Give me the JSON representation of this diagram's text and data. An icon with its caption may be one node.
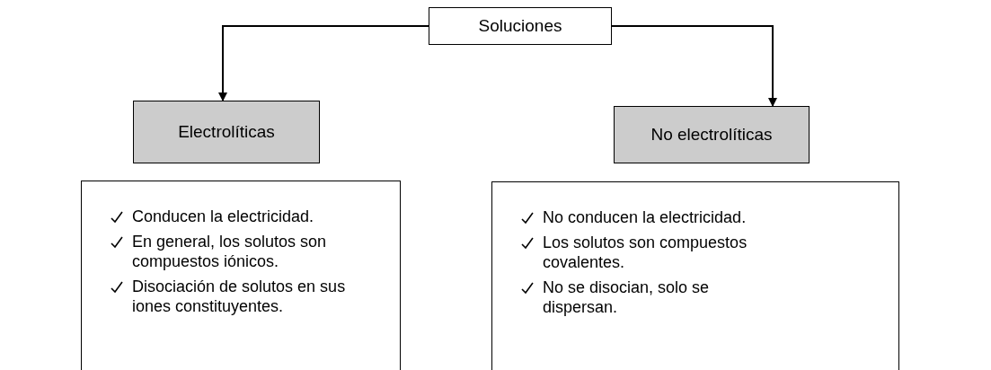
{
  "diagram": {
    "nodes": [
      {
        "text": [
          "Soluciones"
        ]
      },
      {
        "text": [
          "Electrolíticas"
        ]
      },
      {
        "text": [
          "No electrolíticas"
        ]
      },
      {
        "text": [
          "Conducen la electricidad.",
          "En general, los solutos son compuestos iónicos.",
          "Disociación de solutos en sus iones constituyentes."
        ]
      },
      {
        "text": [
          "No conducen la electricidad.",
          "Los solutos son compuestos covalentes.",
          "No se disocian, solo se dispersan."
        ]
      }
    ],
    "edges": [
      {
        "from": 0,
        "to": 1,
        "arrow": "to"
      },
      {
        "from": 0,
        "to": 2,
        "arrow": "to"
      }
    ]
  }
}
